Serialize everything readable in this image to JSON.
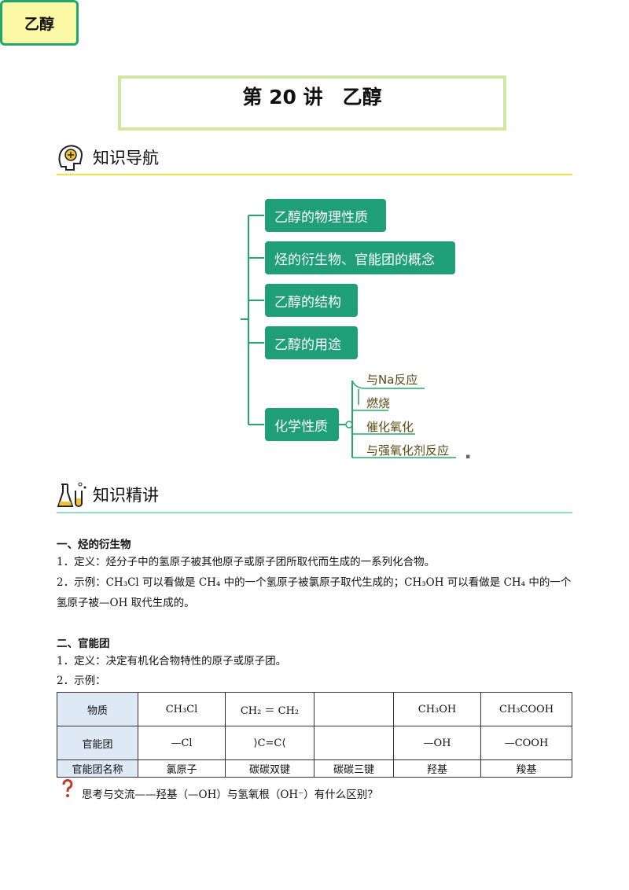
{
  "title": "第 20 讲　乙醇",
  "section_nav": {
    "label": "知识导航"
  },
  "mindmap": {
    "root": "乙醇",
    "branches": [
      "乙醇的物理性质",
      "烃的衍生物、官能团的概念",
      "乙醇的结构",
      "乙醇的用途",
      "化学性质"
    ],
    "leaves": [
      "与Na反应",
      "燃烧",
      "催化氧化",
      "与强氧化剂反应"
    ]
  },
  "section_detail": {
    "label": "知识精讲"
  },
  "part1": {
    "heading": "一、烃的衍生物",
    "line1": "1．定义：烃分子中的氢原子被其他原子或原子团所取代而生成的一系列化合物。",
    "line2a": "2．示例：CH₃Cl 可以看做是 CH₄ 中的一个氢原子被氯原子取代生成的；CH₃OH 可以看做是 CH₄ 中的一个",
    "line2b": "氢原子被—OH 取代生成的。"
  },
  "part2": {
    "heading": "二、官能团",
    "line1": "1．定义：决定有机化合物特性的原子或原子团。",
    "line2": "2．示例："
  },
  "table": {
    "rows": [
      [
        "物质",
        "CH₃Cl",
        "CH₂ ＝ CH₂",
        "",
        "CH₃OH",
        "CH₃COOH"
      ],
      [
        "官能团",
        "—Cl",
        "C=C",
        "",
        "—OH",
        "—COOH"
      ],
      [
        "官能团名称",
        "氯原子",
        "碳碳双键",
        "碳碳三键",
        "羟基",
        "羧基"
      ]
    ]
  },
  "think": {
    "text": "思考与交流——羟基（—OH）与氢氧根（OH⁻）有什么区别？"
  }
}
